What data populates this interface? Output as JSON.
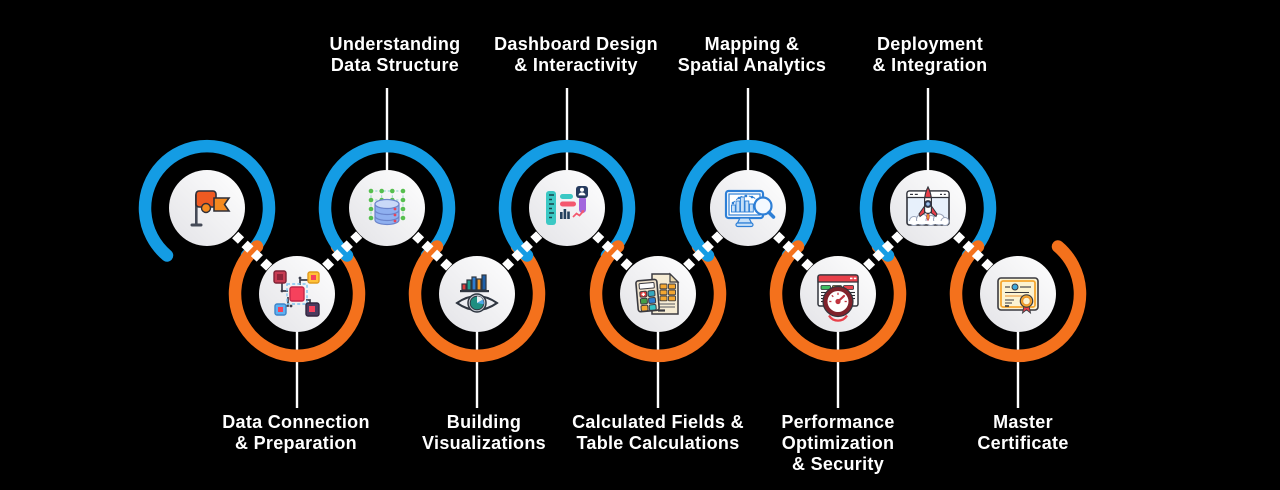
{
  "diagram_type": "course-roadmap-chain",
  "colors": {
    "bg": "#000000",
    "ring-blue": "#149CE4",
    "ring-orange": "#F4711C",
    "label-text": "#FFFFFF",
    "connector": "#FFFFFF"
  },
  "nodes": [
    {
      "icon": "milestone-flag-icon",
      "ring": "blue",
      "row": "top",
      "label_lines": []
    },
    {
      "icon": "data-connection-icon",
      "ring": "orange",
      "row": "bottom",
      "label_lines": [
        "Data Connection",
        "& Preparation"
      ]
    },
    {
      "icon": "data-structure-icon",
      "ring": "blue",
      "row": "top",
      "label_lines": [
        "Understanding",
        "Data Structure"
      ]
    },
    {
      "icon": "visualization-eye-icon",
      "ring": "orange",
      "row": "bottom",
      "label_lines": [
        "Building",
        "Visualizations"
      ]
    },
    {
      "icon": "dashboard-design-icon",
      "ring": "blue",
      "row": "top",
      "label_lines": [
        "Dashboard Design",
        "& Interactivity"
      ]
    },
    {
      "icon": "calculations-icon",
      "ring": "orange",
      "row": "bottom",
      "label_lines": [
        "Calculated Fields &",
        "Table Calculations"
      ]
    },
    {
      "icon": "mapping-analytics-icon",
      "ring": "blue",
      "row": "top",
      "label_lines": [
        "Mapping &",
        "Spatial Analytics"
      ]
    },
    {
      "icon": "performance-security-icon",
      "ring": "orange",
      "row": "bottom",
      "label_lines": [
        "Performance",
        "Optimization",
        "& Security"
      ]
    },
    {
      "icon": "deployment-icon",
      "ring": "blue",
      "row": "top",
      "label_lines": [
        "Deployment",
        "& Integration"
      ]
    },
    {
      "icon": "certificate-icon",
      "ring": "orange",
      "row": "bottom",
      "label_lines": [
        "Master",
        "Certificate"
      ]
    }
  ]
}
